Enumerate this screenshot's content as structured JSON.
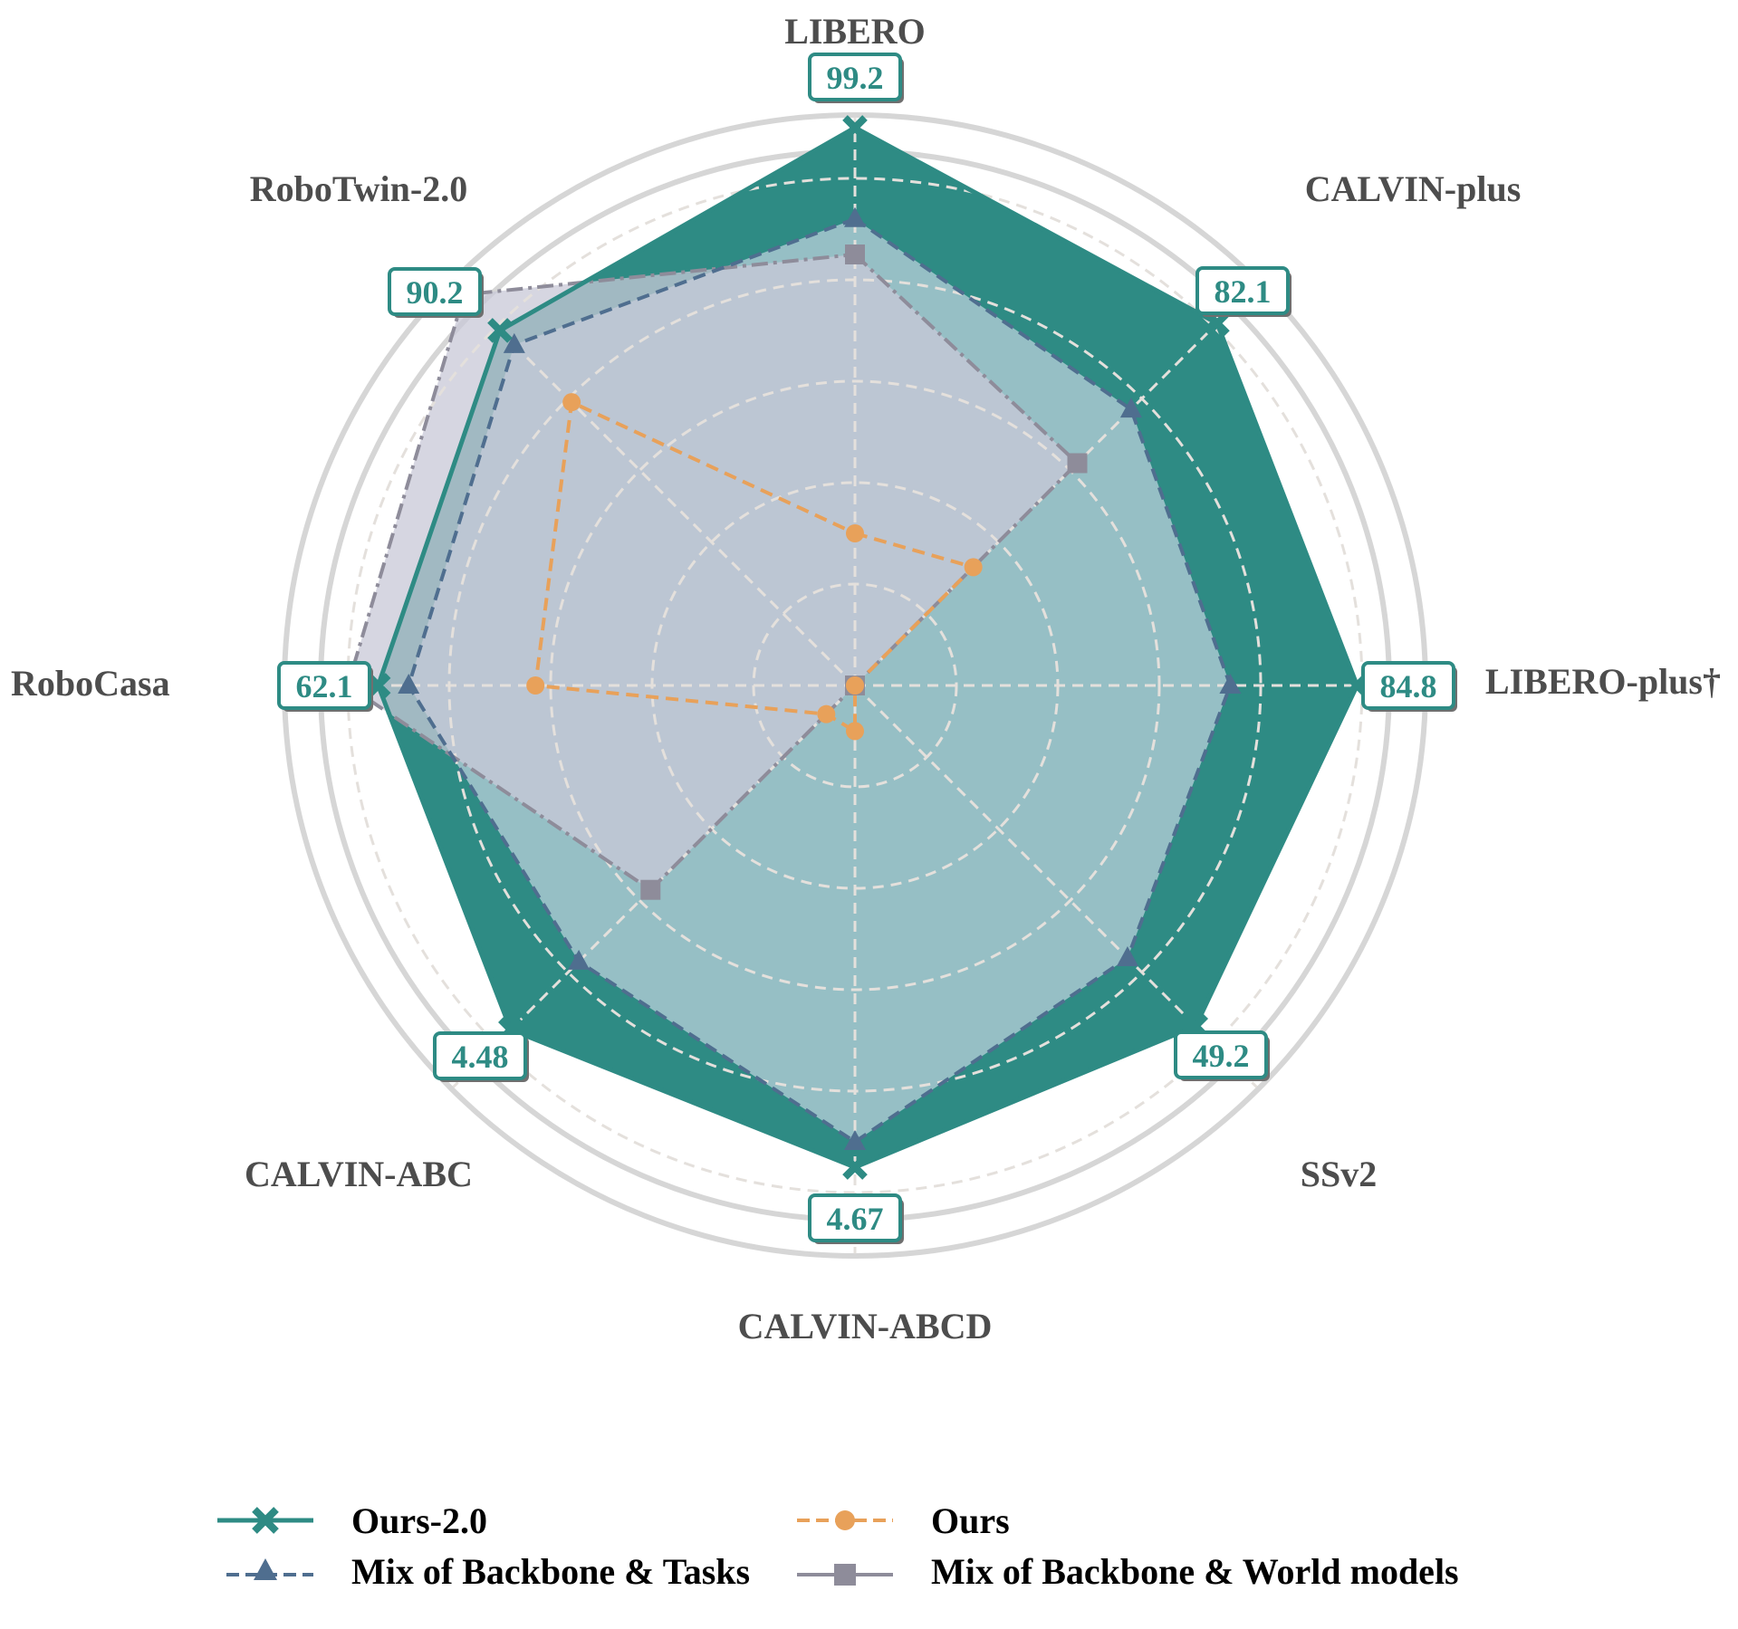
{
  "chart_data": {
    "type": "radar",
    "title": "",
    "axes": [
      "LIBERO",
      "CALVIN-plus",
      "LIBERO-plus†",
      "SSv2",
      "CALVIN-ABCD",
      "CALVIN-ABC",
      "RoboCasa",
      "RoboTwin-2.0"
    ],
    "value_labels": [
      "99.2",
      "82.1",
      "84.8",
      "49.2",
      "4.67",
      "4.48",
      "62.1",
      "90.2"
    ],
    "rings": [
      0.2,
      0.4,
      0.6,
      0.8,
      1.0
    ],
    "grid": true,
    "legend_position": "bottom",
    "series": [
      {
        "name": "Ours-2.0",
        "color": "#2e8b84",
        "marker": "x",
        "linestyle": "solid",
        "fill": true,
        "values": [
          1.1,
          1.01,
          0.99,
          0.95,
          0.95,
          0.96,
          0.94,
          0.99
        ]
      },
      {
        "name": "Mix of Backbone & Tasks",
        "color": "#4f6e8f",
        "marker": "triangle",
        "linestyle": "dashed",
        "fill": true,
        "values": [
          0.92,
          0.77,
          0.74,
          0.76,
          0.9,
          0.77,
          0.88,
          0.95
        ]
      },
      {
        "name": "Ours",
        "color": "#e8a15a",
        "marker": "circle",
        "linestyle": "dashed",
        "fill": false,
        "values": [
          0.3,
          0.33,
          0.0,
          0.0,
          0.09,
          0.08,
          0.63,
          0.79
        ]
      },
      {
        "name": "Mix of Backbone & World models",
        "color": "#8e8c9a",
        "marker": "square",
        "linestyle": "dashdot",
        "fill": true,
        "values": [
          0.85,
          0.62,
          0.0,
          0.0,
          0.0,
          0.57,
          1.0,
          1.09
        ]
      }
    ]
  },
  "labels": {
    "axes": [
      "LIBERO",
      "CALVIN-plus",
      "LIBERO-plus†",
      "SSv2",
      "CALVIN-ABCD",
      "CALVIN-ABC",
      "RoboCasa",
      "RoboTwin-2.0"
    ],
    "values": [
      "99.2",
      "82.1",
      "84.8",
      "49.2",
      "4.67",
      "4.48",
      "62.1",
      "90.2"
    ]
  },
  "legend": [
    {
      "label": "Ours-2.0",
      "color": "#2e8b84"
    },
    {
      "label": "Mix of Backbone & Tasks",
      "color": "#4f6e8f"
    },
    {
      "label": "Ours",
      "color": "#e8a15a"
    },
    {
      "label": "Mix of Backbone & World models",
      "color": "#8e8c9a"
    }
  ]
}
